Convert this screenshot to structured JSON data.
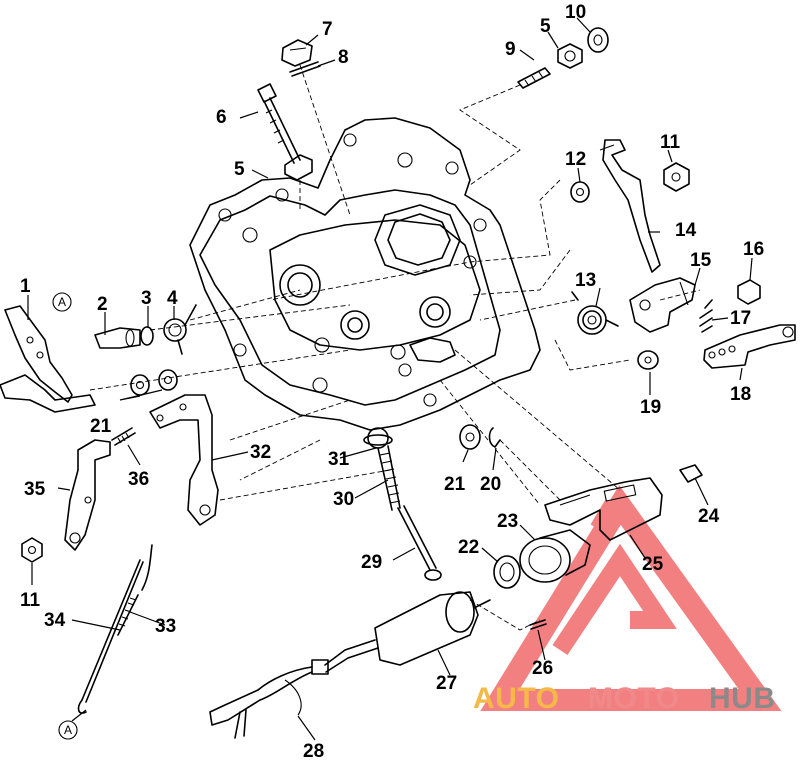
{
  "diagram": {
    "part_labels": [
      "1",
      "2",
      "3",
      "4",
      "5",
      "5",
      "6",
      "7",
      "8",
      "9",
      "10",
      "11",
      "11",
      "12",
      "13",
      "14",
      "15",
      "16",
      "17",
      "18",
      "19",
      "20",
      "21",
      "21",
      "21",
      "22",
      "23",
      "24",
      "25",
      "26",
      "27",
      "28",
      "29",
      "30",
      "31",
      "32",
      "33",
      "34",
      "35",
      "36"
    ],
    "reference_marks": [
      "A",
      "A"
    ]
  },
  "watermark": {
    "text_auto": "AUTO",
    "text_moto": "MOTO",
    "text_hub": "HUB",
    "colors": {
      "auto": "#f5b94a",
      "moto": "#f08a8a",
      "hub": "#8a8a8a",
      "logo": "#f26b6b"
    }
  }
}
